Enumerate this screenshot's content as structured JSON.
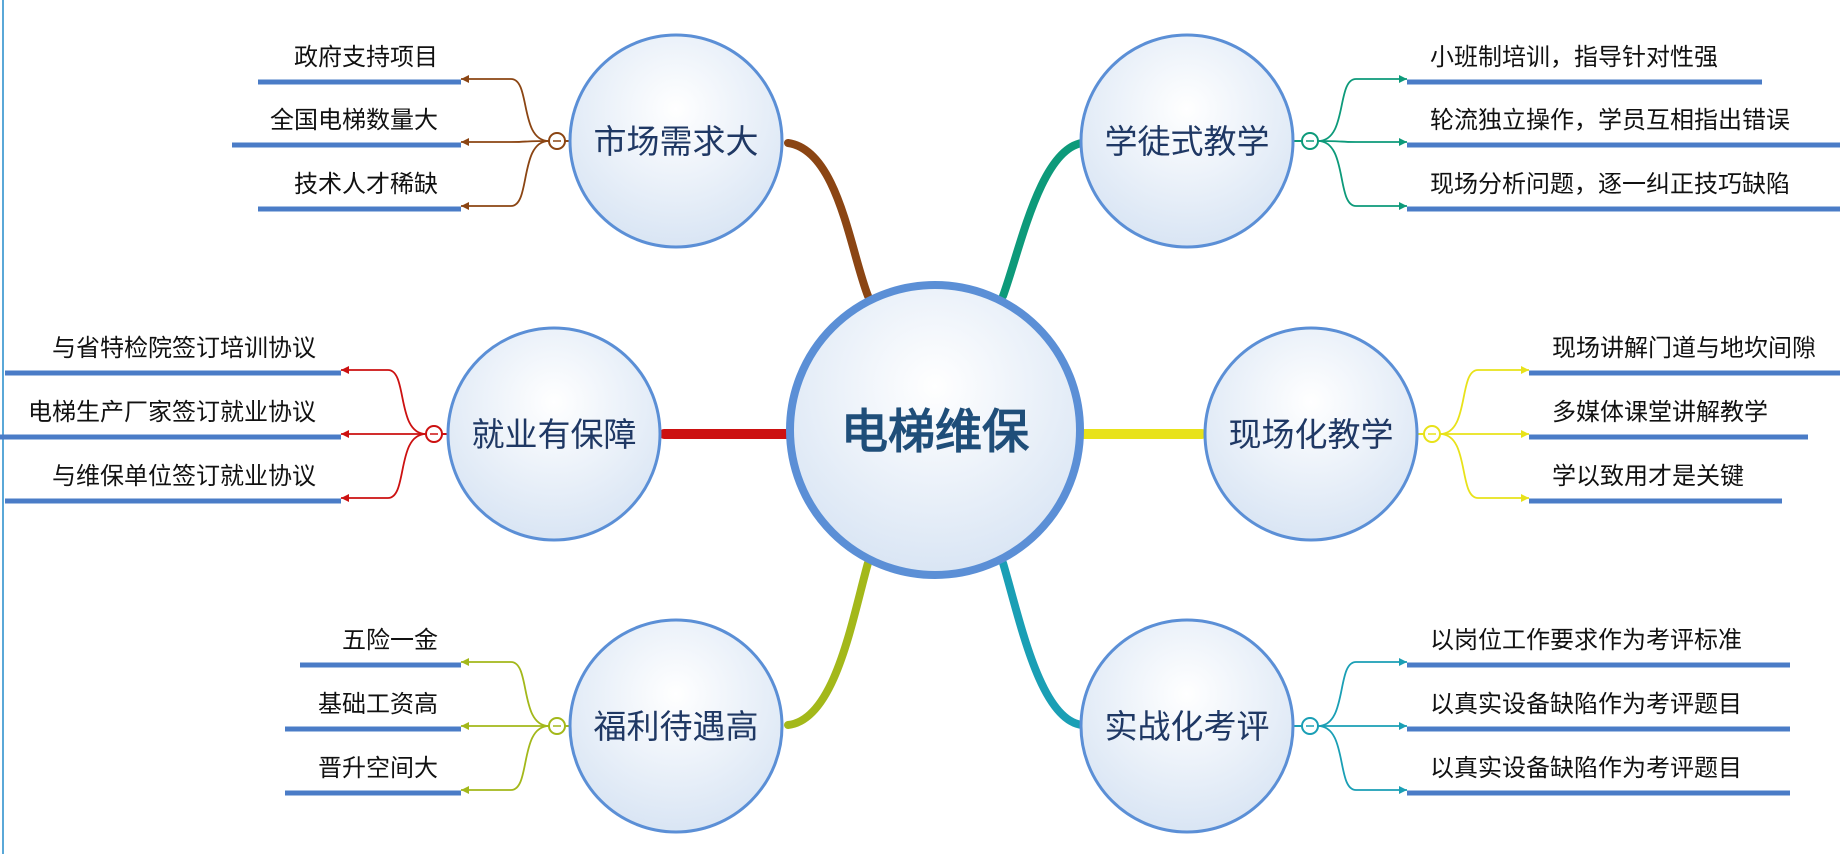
{
  "center": {
    "label": "电梯维保"
  },
  "colors": {
    "node_fill_top": "#ffffff",
    "node_fill_bottom": "#d9e5f4",
    "node_stroke": "#5b8fd6",
    "underline": "#4a7cc7",
    "center_text": "#1f4e79"
  },
  "branches": [
    {
      "id": "market",
      "label": "市场需求大",
      "color": "#8b4513",
      "leaves": [
        "政府支持项目",
        "全国电梯数量大",
        "技术人才稀缺"
      ]
    },
    {
      "id": "employment",
      "label": "就业有保障",
      "color": "#cc1111",
      "leaves": [
        "与省特检院签订培训协议",
        "电梯生产厂家签订就业协议",
        "与维保单位签订就业协议"
      ]
    },
    {
      "id": "welfare",
      "label": "福利待遇高",
      "color": "#a3b81a",
      "leaves": [
        "五险一金",
        "基础工资高",
        "晋升空间大"
      ]
    },
    {
      "id": "apprentice",
      "label": "学徒式教学",
      "color": "#0d9a7a",
      "leaves": [
        "小班制培训，指导针对性强",
        "轮流独立操作，学员互相指出错误",
        "现场分析问题，逐一纠正技巧缺陷"
      ]
    },
    {
      "id": "onsite",
      "label": "现场化教学",
      "color": "#e8e21a",
      "leaves": [
        "现场讲解门道与地坎间隙",
        "多媒体课堂讲解教学",
        "学以致用才是关键"
      ]
    },
    {
      "id": "assessment",
      "label": "实战化考评",
      "color": "#1a9fb5",
      "leaves": [
        "以岗位工作要求作为考评标准",
        "以真实设备缺陷作为考评题目",
        "以真实设备缺陷作为考评题目"
      ]
    }
  ]
}
